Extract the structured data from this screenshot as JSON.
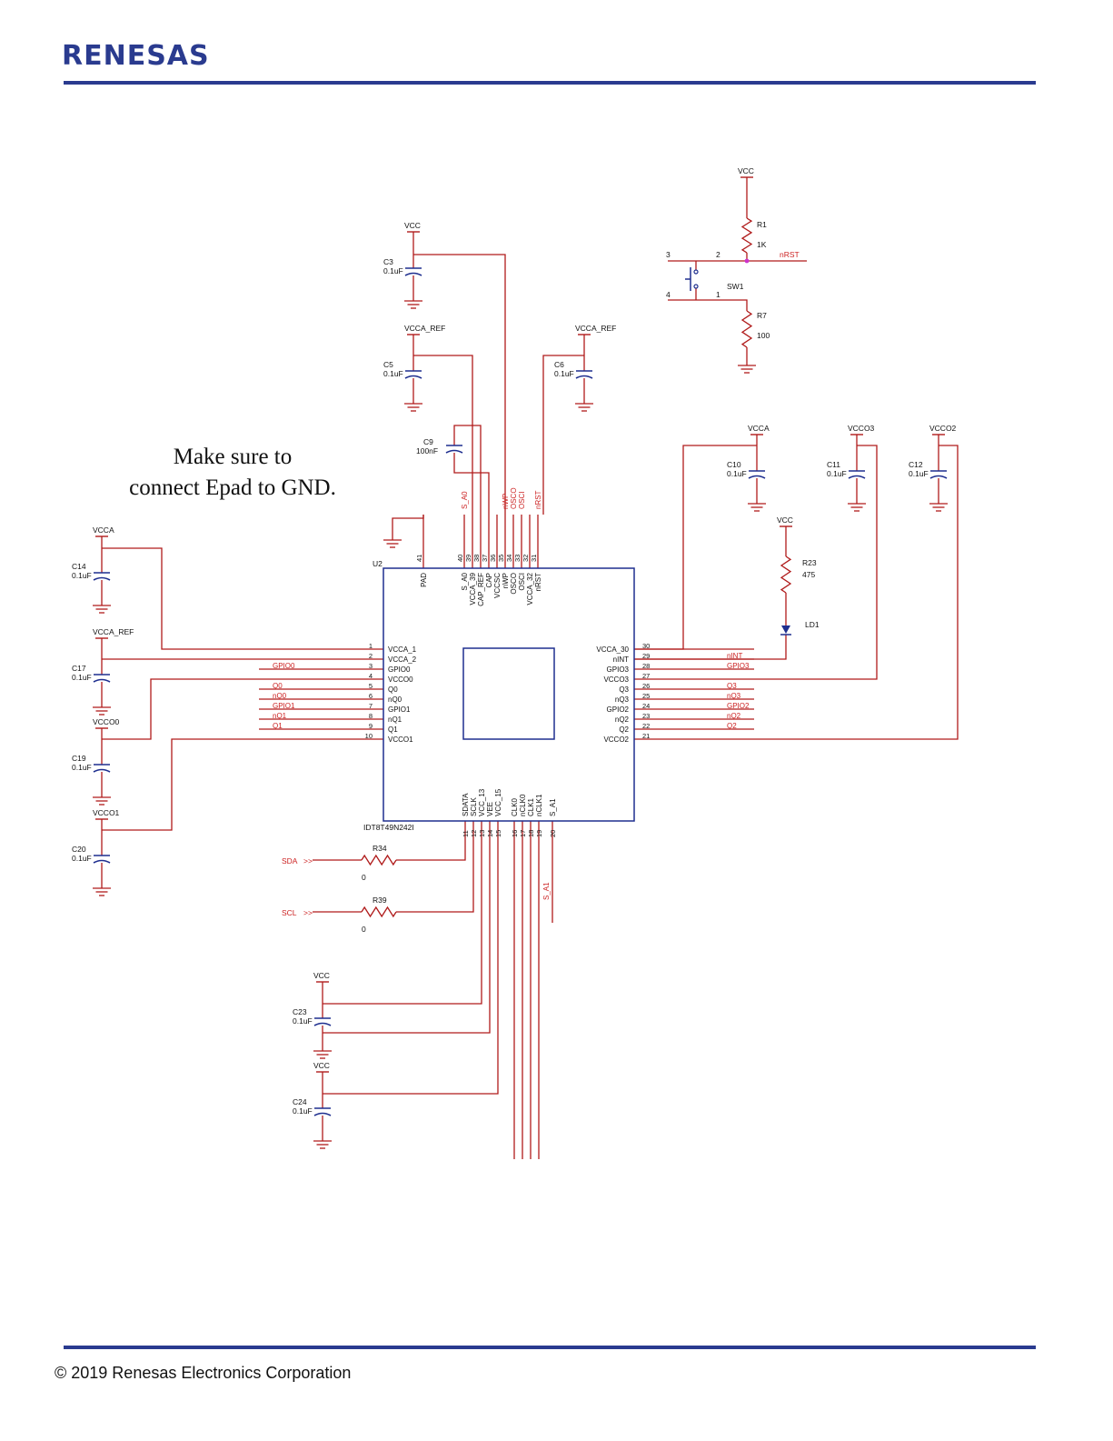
{
  "header": {
    "logo": "RENESAS"
  },
  "footer": {
    "copyright": "© 2019 Renesas Electronics Corporation"
  },
  "note": {
    "line1": "Make sure to",
    "line2": "connect Epad to GND."
  },
  "colors": {
    "brand": "#2a3b8f",
    "wire": "#b01b1b",
    "body": "#1f2f8f",
    "label": "#111111",
    "netlabel": "#cc2222",
    "accent": "#cc33cc"
  },
  "chip": {
    "ref": "U2",
    "part": "IDT8T49N242I"
  },
  "schematic": {
    "pins_left": [
      {
        "num": "1",
        "name": "VCCA_1",
        "net": ""
      },
      {
        "num": "2",
        "name": "VCCA_2",
        "net": ""
      },
      {
        "num": "3",
        "name": "GPIO0",
        "net": "GPIO0"
      },
      {
        "num": "4",
        "name": "VCCO0",
        "net": ""
      },
      {
        "num": "5",
        "name": "Q0",
        "net": "Q0"
      },
      {
        "num": "6",
        "name": "nQ0",
        "net": "nQ0"
      },
      {
        "num": "7",
        "name": "GPIO1",
        "net": "GPIO1"
      },
      {
        "num": "8",
        "name": "nQ1",
        "net": "nQ1"
      },
      {
        "num": "9",
        "name": "Q1",
        "net": "Q1"
      },
      {
        "num": "10",
        "name": "VCCO1",
        "net": ""
      }
    ],
    "pins_right": [
      {
        "num": "30",
        "name": "VCCA_30",
        "net": ""
      },
      {
        "num": "29",
        "name": "nINT",
        "net": "nINT"
      },
      {
        "num": "28",
        "name": "GPIO3",
        "net": "GPIO3"
      },
      {
        "num": "27",
        "name": "VCCO3",
        "net": ""
      },
      {
        "num": "26",
        "name": "Q3",
        "net": "Q3"
      },
      {
        "num": "25",
        "name": "nQ3",
        "net": "nQ3"
      },
      {
        "num": "24",
        "name": "GPIO2",
        "net": "GPIO2"
      },
      {
        "num": "23",
        "name": "nQ2",
        "net": "nQ2"
      },
      {
        "num": "22",
        "name": "Q2",
        "net": "Q2"
      },
      {
        "num": "21",
        "name": "VCCO2",
        "net": ""
      }
    ],
    "pins_top": [
      {
        "num": "41",
        "name": "PAD",
        "net": ""
      },
      {
        "num": "40",
        "name": "S_A0",
        "net": "S_A0"
      },
      {
        "num": "39",
        "name": "VCCA_39",
        "net": ""
      },
      {
        "num": "38",
        "name": "CAP_REF",
        "net": ""
      },
      {
        "num": "37",
        "name": "CAP",
        "net": ""
      },
      {
        "num": "36",
        "name": "VCCSC",
        "net": ""
      },
      {
        "num": "35",
        "name": "nWP",
        "net": "nWP"
      },
      {
        "num": "34",
        "name": "OSCO",
        "net": "OSCO"
      },
      {
        "num": "33",
        "name": "OSCI",
        "net": "OSCI"
      },
      {
        "num": "32",
        "name": "VCCA_32",
        "net": ""
      },
      {
        "num": "31",
        "name": "nRST",
        "net": "nRST"
      }
    ],
    "pins_bottom": [
      {
        "num": "11",
        "name": "SDATA",
        "net": ""
      },
      {
        "num": "12",
        "name": "SCLK",
        "net": ""
      },
      {
        "num": "13",
        "name": "VCC_13",
        "net": ""
      },
      {
        "num": "14",
        "name": "VEE",
        "net": ""
      },
      {
        "num": "15",
        "name": "VCC_15",
        "net": ""
      },
      {
        "num": "16",
        "name": "CLK0",
        "net": ""
      },
      {
        "num": "17",
        "name": "nCLK0",
        "net": ""
      },
      {
        "num": "18",
        "name": "CLK1",
        "net": ""
      },
      {
        "num": "19",
        "name": "nCLK1",
        "net": ""
      },
      {
        "num": "20",
        "name": "S_A1",
        "net": "S_A1"
      }
    ],
    "caps": [
      {
        "ref": "C3",
        "value": "0.1uF",
        "rail": "VCC"
      },
      {
        "ref": "C5",
        "value": "0.1uF",
        "rail": "VCCA_REF"
      },
      {
        "ref": "C6",
        "value": "0.1uF",
        "rail": "VCCA_REF"
      },
      {
        "ref": "C9",
        "value": "100nF",
        "rail": ""
      },
      {
        "ref": "C10",
        "value": "0.1uF",
        "rail": "VCCA"
      },
      {
        "ref": "C11",
        "value": "0.1uF",
        "rail": "VCCO3"
      },
      {
        "ref": "C12",
        "value": "0.1uF",
        "rail": "VCCO2"
      },
      {
        "ref": "C14",
        "value": "0.1uF",
        "rail": "VCCA"
      },
      {
        "ref": "C17",
        "value": "0.1uF",
        "rail": "VCCA_REF"
      },
      {
        "ref": "C19",
        "value": "0.1uF",
        "rail": "VCCO0"
      },
      {
        "ref": "C20",
        "value": "0.1uF",
        "rail": "VCCO1"
      },
      {
        "ref": "C23",
        "value": "0.1uF",
        "rail": "VCC"
      },
      {
        "ref": "C24",
        "value": "0.1uF",
        "rail": "VCC"
      }
    ],
    "resistors": [
      {
        "ref": "R1",
        "value": "1K"
      },
      {
        "ref": "R7",
        "value": "100"
      },
      {
        "ref": "R23",
        "value": "475"
      },
      {
        "ref": "R34",
        "value": "0"
      },
      {
        "ref": "R39",
        "value": "0"
      }
    ],
    "switch": {
      "ref": "SW1",
      "pins": [
        "3",
        "2",
        "4",
        "1"
      ]
    },
    "led": {
      "ref": "LD1"
    },
    "vcc_rail": "VCC",
    "nets": {
      "nrst": "nRST",
      "sda": "SDA",
      "scl": "SCL"
    }
  }
}
